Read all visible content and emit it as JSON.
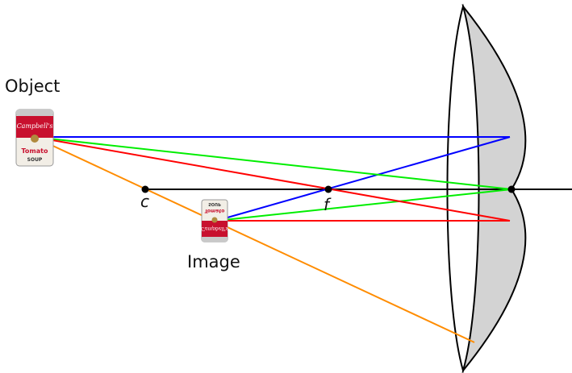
{
  "labels": {
    "object": "Object",
    "image": "Image",
    "center": "c",
    "focal": "f"
  },
  "object_can": {
    "brand": "Campbell's",
    "variety": "Tomato",
    "kind": "SOUP"
  },
  "image_can": {
    "brand": "Campbell's",
    "variety": "Tomato",
    "kind": "SOUP"
  },
  "colors": {
    "axis": "#000000",
    "lens_fill": "#d3d3d3",
    "ray_blue": "#0000ff",
    "ray_green": "#00ee00",
    "ray_red": "#ff0000",
    "ray_orange": "#ff8c00",
    "can_red": "#c8102e",
    "can_white": "#f2eee6",
    "can_gold": "#b08a3e"
  }
}
